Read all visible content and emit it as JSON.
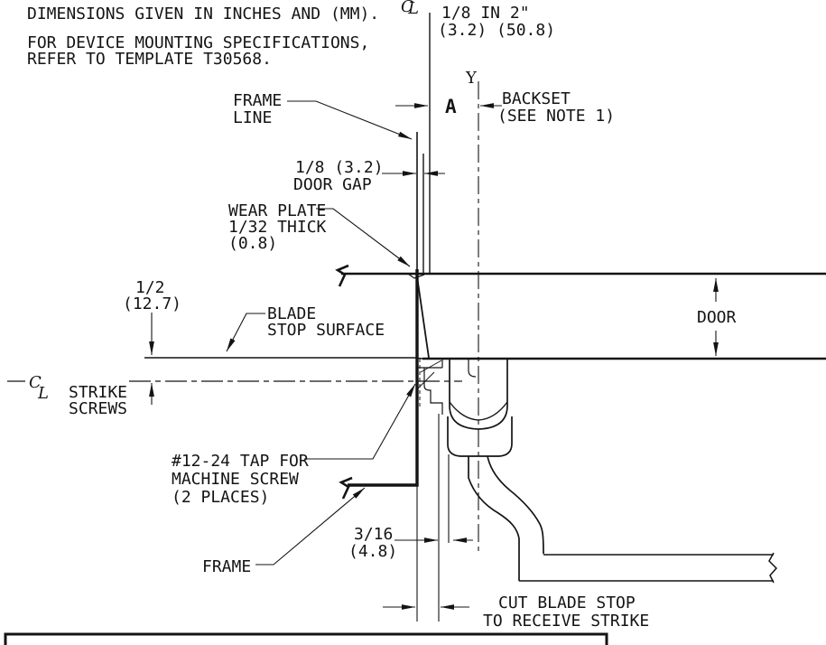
{
  "notes": {
    "units": "DIMENSIONS GIVEN IN INCHES AND (MM).",
    "mounting1": "FOR DEVICE MOUNTING SPECIFICATIONS,",
    "mounting2": "REFER TO TEMPLATE T30568."
  },
  "dims": {
    "gap_backset1": "1/8 IN 2\"",
    "gap_backset2": "(3.2) (50.8)",
    "axis_y": "Y",
    "backset_letter": "A",
    "backset1": "BACKSET",
    "backset2": "(SEE NOTE 1)",
    "door_gap1": "1/8 (3.2)",
    "door_gap2": "DOOR GAP",
    "half1": "1/2",
    "half2": "(12.7)",
    "door": "DOOR",
    "three_sixteenths1": "3/16",
    "three_sixteenths2": "(4.8)"
  },
  "labels": {
    "frame_line1": "FRAME",
    "frame_line2": "LINE",
    "wear_plate1": "WEAR PLATE",
    "wear_plate2": "1/32 THICK",
    "wear_plate3": "(0.8)",
    "blade_stop1": "BLADE",
    "blade_stop2": "STOP SURFACE",
    "strike_screws1": "STRIKE",
    "strike_screws2": "SCREWS",
    "tap1": "#12-24 TAP FOR",
    "tap2": "MACHINE SCREW",
    "tap3": "(2 PLACES)",
    "frame": "FRAME",
    "cut1": "CUT BLADE STOP",
    "cut2": "TO RECEIVE STRIKE"
  },
  "symbols": {
    "centerline_c": "C",
    "centerline_l": "L"
  },
  "colors": {
    "ink": "#141414",
    "paper": "#ffffff"
  }
}
